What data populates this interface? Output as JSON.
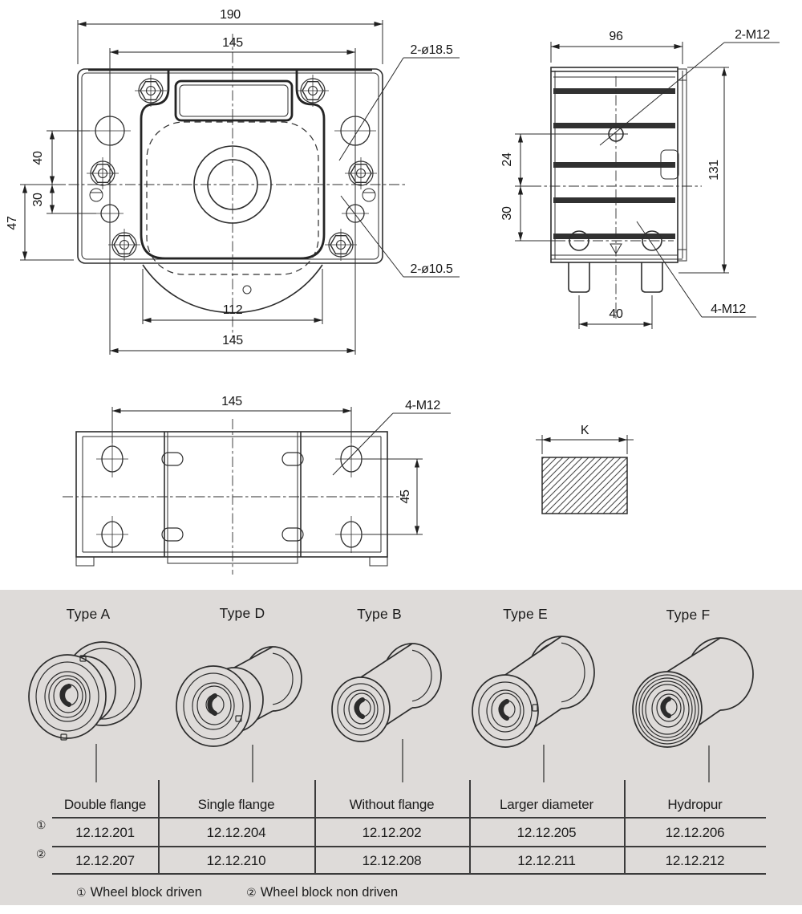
{
  "drawings": {
    "front_view": {
      "dim_width_overall": "190",
      "dim_width_holes": "145",
      "dim_hole_to_center": "40",
      "dim_center_to_hole": "30",
      "dim_center_to_bottom": "47",
      "dim_wheel_width": "112",
      "dim_width_holes_bottom": "145",
      "label_top_holes": "2-ø18.5",
      "label_bottom_holes": "2-ø10.5"
    },
    "side_view": {
      "dim_width": "96",
      "label_top_holes": "2-M12",
      "dim_hole_to_center": "24",
      "dim_center_to_holes": "30",
      "dim_height": "131",
      "dim_hole_spacing": "40",
      "label_bottom_holes": "4-M12"
    },
    "bottom_view": {
      "dim_hole_spacing_x": "145",
      "label_holes": "4-M12",
      "dim_hole_spacing_y": "45"
    },
    "k_section": {
      "dim_label": "K"
    }
  },
  "catalog": {
    "types": [
      {
        "label": "Type A",
        "description": "Double flange",
        "part_driven": "12.12.201",
        "part_non_driven": "12.12.207"
      },
      {
        "label": "Type D",
        "description": "Single flange",
        "part_driven": "12.12.204",
        "part_non_driven": "12.12.210"
      },
      {
        "label": "Type B",
        "description": "Without flange",
        "part_driven": "12.12.202",
        "part_non_driven": "12.12.208"
      },
      {
        "label": "Type E",
        "description": "Larger diameter",
        "part_driven": "12.12.205",
        "part_non_driven": "12.12.211"
      },
      {
        "label": "Type F",
        "description": "Hydropur",
        "part_driven": "12.12.206",
        "part_non_driven": "12.12.212"
      }
    ],
    "row_markers": {
      "driven": "①",
      "non_driven": "②"
    },
    "footnotes": [
      {
        "marker": "①",
        "text": "Wheel block driven"
      },
      {
        "marker": "②",
        "text": "Wheel block non driven"
      }
    ]
  },
  "colors": {
    "panel_background": "#dedbd9",
    "line": "#2d2d2d",
    "text": "#1c1c1c"
  }
}
